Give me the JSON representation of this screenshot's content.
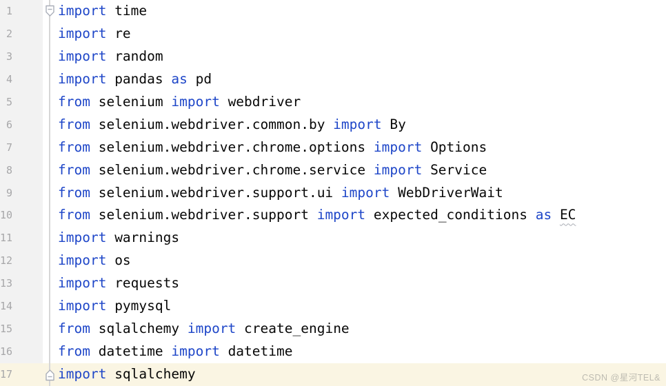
{
  "editor": {
    "colors": {
      "keyword": "#1e46c8",
      "plain_text": "#070707",
      "line_number": "#a7a7a9",
      "gutter_bg": "#f2f2f2",
      "separator": "#d6d6d6",
      "caret_row_bg": "#faf5e3",
      "editor_bg": "#ffffff",
      "warning_squiggle": "#a9adb4",
      "fold_icon_stroke": "#a9aeb8"
    },
    "current_line": 17,
    "lines": [
      {
        "n": 1,
        "fold": "start",
        "tokens": [
          [
            "kw",
            "import"
          ],
          [
            "pl",
            " time"
          ]
        ]
      },
      {
        "n": 2,
        "tokens": [
          [
            "kw",
            "import"
          ],
          [
            "pl",
            " re"
          ]
        ]
      },
      {
        "n": 3,
        "tokens": [
          [
            "kw",
            "import"
          ],
          [
            "pl",
            " random"
          ]
        ]
      },
      {
        "n": 4,
        "tokens": [
          [
            "kw",
            "import"
          ],
          [
            "pl",
            " pandas "
          ],
          [
            "kw",
            "as"
          ],
          [
            "pl",
            " pd"
          ]
        ]
      },
      {
        "n": 5,
        "tokens": [
          [
            "kw",
            "from"
          ],
          [
            "pl",
            " selenium "
          ],
          [
            "kw",
            "import"
          ],
          [
            "pl",
            " webdriver"
          ]
        ]
      },
      {
        "n": 6,
        "tokens": [
          [
            "kw",
            "from"
          ],
          [
            "pl",
            " selenium.webdriver.common.by "
          ],
          [
            "kw",
            "import"
          ],
          [
            "pl",
            " By"
          ]
        ]
      },
      {
        "n": 7,
        "tokens": [
          [
            "kw",
            "from"
          ],
          [
            "pl",
            " selenium.webdriver.chrome.options "
          ],
          [
            "kw",
            "import"
          ],
          [
            "pl",
            " Options"
          ]
        ]
      },
      {
        "n": 8,
        "tokens": [
          [
            "kw",
            "from"
          ],
          [
            "pl",
            " selenium.webdriver.chrome.service "
          ],
          [
            "kw",
            "import"
          ],
          [
            "pl",
            " Service"
          ]
        ]
      },
      {
        "n": 9,
        "tokens": [
          [
            "kw",
            "from"
          ],
          [
            "pl",
            " selenium.webdriver.support.ui "
          ],
          [
            "kw",
            "import"
          ],
          [
            "pl",
            " WebDriverWait"
          ]
        ]
      },
      {
        "n": 10,
        "tokens": [
          [
            "kw",
            "from"
          ],
          [
            "pl",
            " selenium.webdriver.support "
          ],
          [
            "kw",
            "import"
          ],
          [
            "pl",
            " expected_conditions "
          ],
          [
            "kw",
            "as"
          ],
          [
            "pl",
            " "
          ],
          [
            "warn",
            "EC"
          ]
        ]
      },
      {
        "n": 11,
        "tokens": [
          [
            "kw",
            "import"
          ],
          [
            "pl",
            " warnings"
          ]
        ]
      },
      {
        "n": 12,
        "tokens": [
          [
            "kw",
            "import"
          ],
          [
            "pl",
            " os"
          ]
        ]
      },
      {
        "n": 13,
        "tokens": [
          [
            "kw",
            "import"
          ],
          [
            "pl",
            " requests"
          ]
        ]
      },
      {
        "n": 14,
        "tokens": [
          [
            "kw",
            "import"
          ],
          [
            "pl",
            " pymysql"
          ]
        ]
      },
      {
        "n": 15,
        "tokens": [
          [
            "kw",
            "from"
          ],
          [
            "pl",
            " sqlalchemy "
          ],
          [
            "kw",
            "import"
          ],
          [
            "pl",
            " create_engine"
          ]
        ]
      },
      {
        "n": 16,
        "tokens": [
          [
            "kw",
            "from"
          ],
          [
            "pl",
            " datetime "
          ],
          [
            "kw",
            "import"
          ],
          [
            "pl",
            " datetime"
          ]
        ]
      },
      {
        "n": 17,
        "fold": "end",
        "current": true,
        "tokens": [
          [
            "kw",
            "import"
          ],
          [
            "pl",
            " sqlalchemy"
          ]
        ]
      }
    ]
  },
  "watermark": {
    "text": "CSDN @星河TEL&"
  }
}
